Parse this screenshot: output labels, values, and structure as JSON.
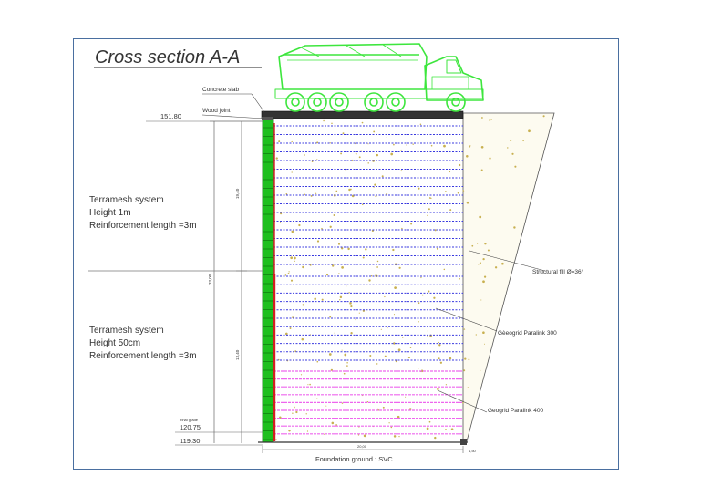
{
  "title": "Cross section A-A",
  "labels": {
    "concrete_slab": "Concrete slab",
    "wood_joint": "Wood joint",
    "structural_fill": "Structural fill Ø=36°",
    "geogrid_300": "Gèeogrid Paralink 300",
    "geogrid_400": "Geogrid Paralink 400",
    "foundation": "Foundation ground : SVC",
    "final_grade": "Final grade"
  },
  "elevations": {
    "top": "151.80",
    "final_grade": "120.75",
    "base": "119.30"
  },
  "dimensions": {
    "upper_height": "19,40",
    "total_height": "33,00",
    "lower_height": "13,40",
    "base_width": "20,00",
    "base_right": "1,50"
  },
  "systems": [
    {
      "name": "Terramesh system",
      "height": "Height 1m",
      "reinforcement": "Reinforcement length =3m"
    },
    {
      "name": "Terramesh system",
      "height": "Height 50cm",
      "reinforcement": "Reinforcement length =3m"
    }
  ],
  "colors": {
    "facing": "#1fbf1f",
    "grid_upper": "#3a3adf",
    "grid_lower": "#ee66ee",
    "truck": "#3de63d",
    "fill_dots": "#c8b050",
    "frame": "#4a6fa0",
    "slab": "#333333"
  },
  "icons": {
    "vehicle": "dump-truck-icon"
  }
}
